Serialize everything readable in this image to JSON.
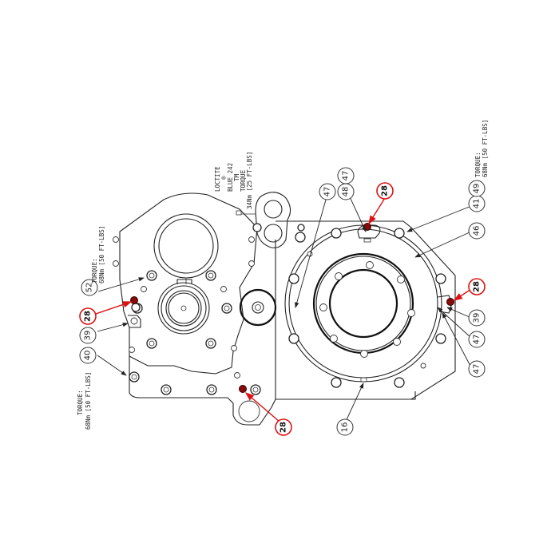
{
  "diagram": {
    "type": "exploded-assembly-drawing",
    "orientation": "rotated 90deg counter-clockwise",
    "colors": {
      "line": "#222222",
      "highlight": "#dd1111",
      "plug": "#8a0a0a",
      "background": "#ffffff"
    },
    "callouts": [
      {
        "id": "c1",
        "label": "28",
        "highlight": true
      },
      {
        "id": "c2",
        "label": "28",
        "highlight": true
      },
      {
        "id": "c3",
        "label": "28",
        "highlight": true
      },
      {
        "id": "c4",
        "label": "28",
        "highlight": true
      },
      {
        "id": "c5",
        "label": "52"
      },
      {
        "id": "c6",
        "label": "39"
      },
      {
        "id": "c7",
        "label": "40"
      },
      {
        "id": "c8",
        "label": "47"
      },
      {
        "id": "c9",
        "label": "48"
      },
      {
        "id": "c10",
        "label": "47"
      },
      {
        "id": "c11",
        "label": "41"
      },
      {
        "id": "c12",
        "label": "49"
      },
      {
        "id": "c13",
        "label": "46"
      },
      {
        "id": "c14",
        "label": "39"
      },
      {
        "id": "c15",
        "label": "47"
      },
      {
        "id": "c16",
        "label": "47"
      },
      {
        "id": "c17",
        "label": "16"
      }
    ],
    "notes": {
      "torque_52": {
        "line1": "TORQUE:",
        "line2": "68Nm [50 FT-LBS]"
      },
      "torque_40": {
        "line1": "TORQUE:",
        "line2": "68Nm [50 FT-LBS]"
      },
      "torque_49": {
        "line1": "TORQUE:",
        "line2": "68Nm [50 FT-LBS]"
      },
      "loctite": {
        "line1": "LOCTITE",
        "line2": "®",
        "line3": "BLUE 242",
        "line4": "TM",
        "line5": "TORQUE",
        "line6": "34Nm [25 FT-LBS]"
      }
    }
  }
}
